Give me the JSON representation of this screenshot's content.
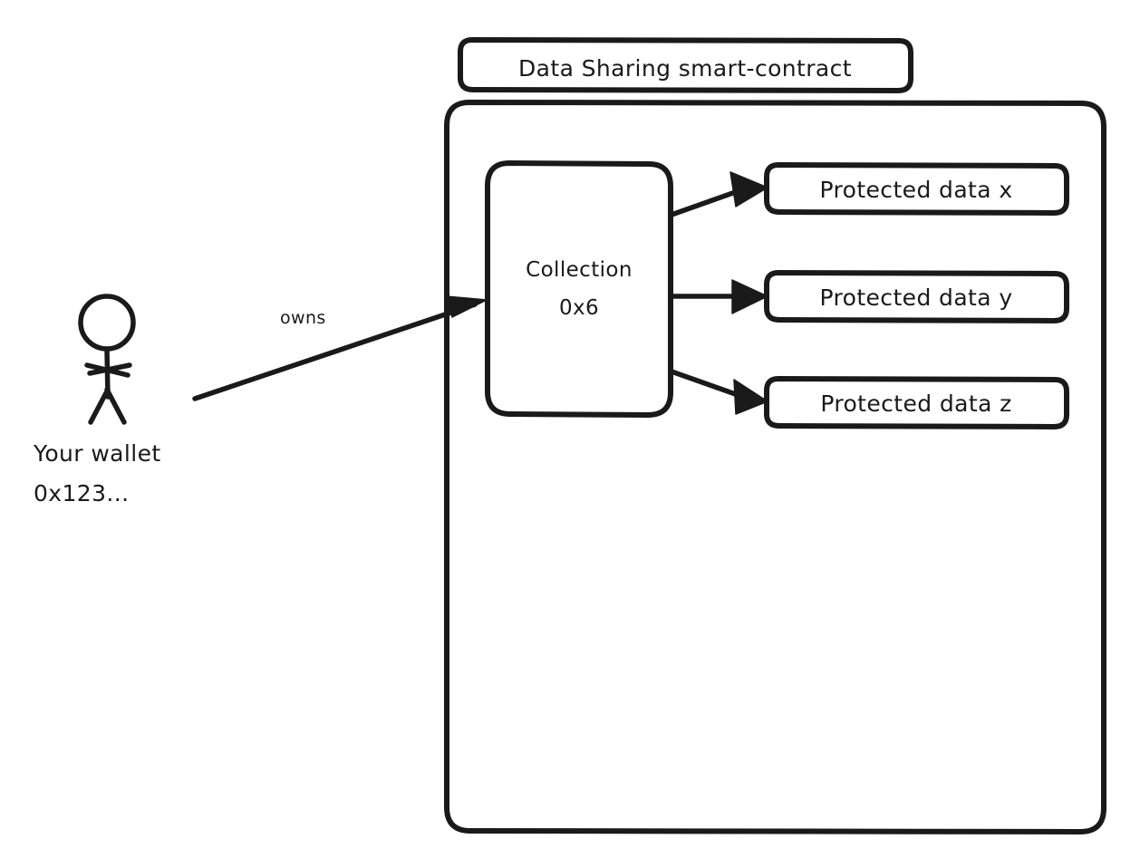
{
  "diagram": {
    "title_label": "Data Sharing smart-contract",
    "actor": {
      "icon": "stick-figure-person-icon",
      "label_line1": "Your wallet",
      "label_line2": "0x123..."
    },
    "edges": [
      {
        "label": "owns",
        "from": "your-wallet",
        "to": "collection-0x6"
      },
      {
        "label": "",
        "from": "collection-0x6",
        "to": "protected-data-x"
      },
      {
        "label": "",
        "from": "collection-0x6",
        "to": "protected-data-y"
      },
      {
        "label": "",
        "from": "collection-0x6",
        "to": "protected-data-z"
      }
    ],
    "collection": {
      "line1": "Collection",
      "line2": "0x6"
    },
    "protected_data": [
      {
        "label": "Protected data x"
      },
      {
        "label": "Protected data y"
      },
      {
        "label": "Protected data z"
      }
    ],
    "colors": {
      "stroke": "#1a1a1a",
      "fill": "#ffffff",
      "background": "#ffffff"
    }
  }
}
